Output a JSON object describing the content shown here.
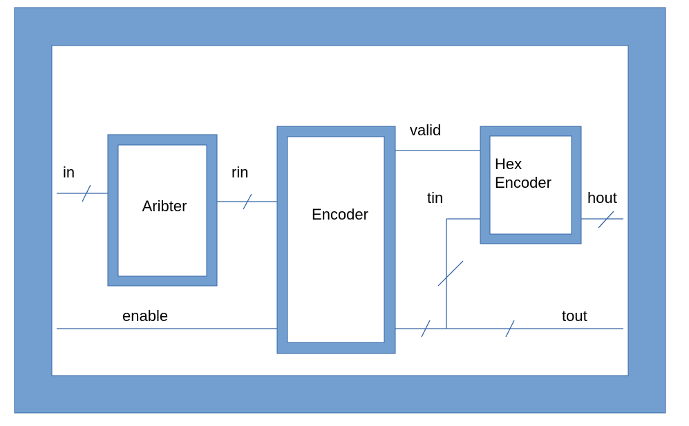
{
  "colors": {
    "frame": "#729fcf",
    "frame_border": "#3465a4",
    "wire": "#3465a4",
    "inner": "#ffffff",
    "text": "#000000"
  },
  "blocks": {
    "arbiter": {
      "label": "Aribter"
    },
    "encoder": {
      "label": "Encoder"
    },
    "hex_encoder": {
      "label_line1": "Hex",
      "label_line2": "Encoder"
    }
  },
  "signals": {
    "in": "in",
    "rin": "rin",
    "valid": "valid",
    "tin": "tin",
    "hout": "hout",
    "enable": "enable",
    "tout": "tout"
  }
}
